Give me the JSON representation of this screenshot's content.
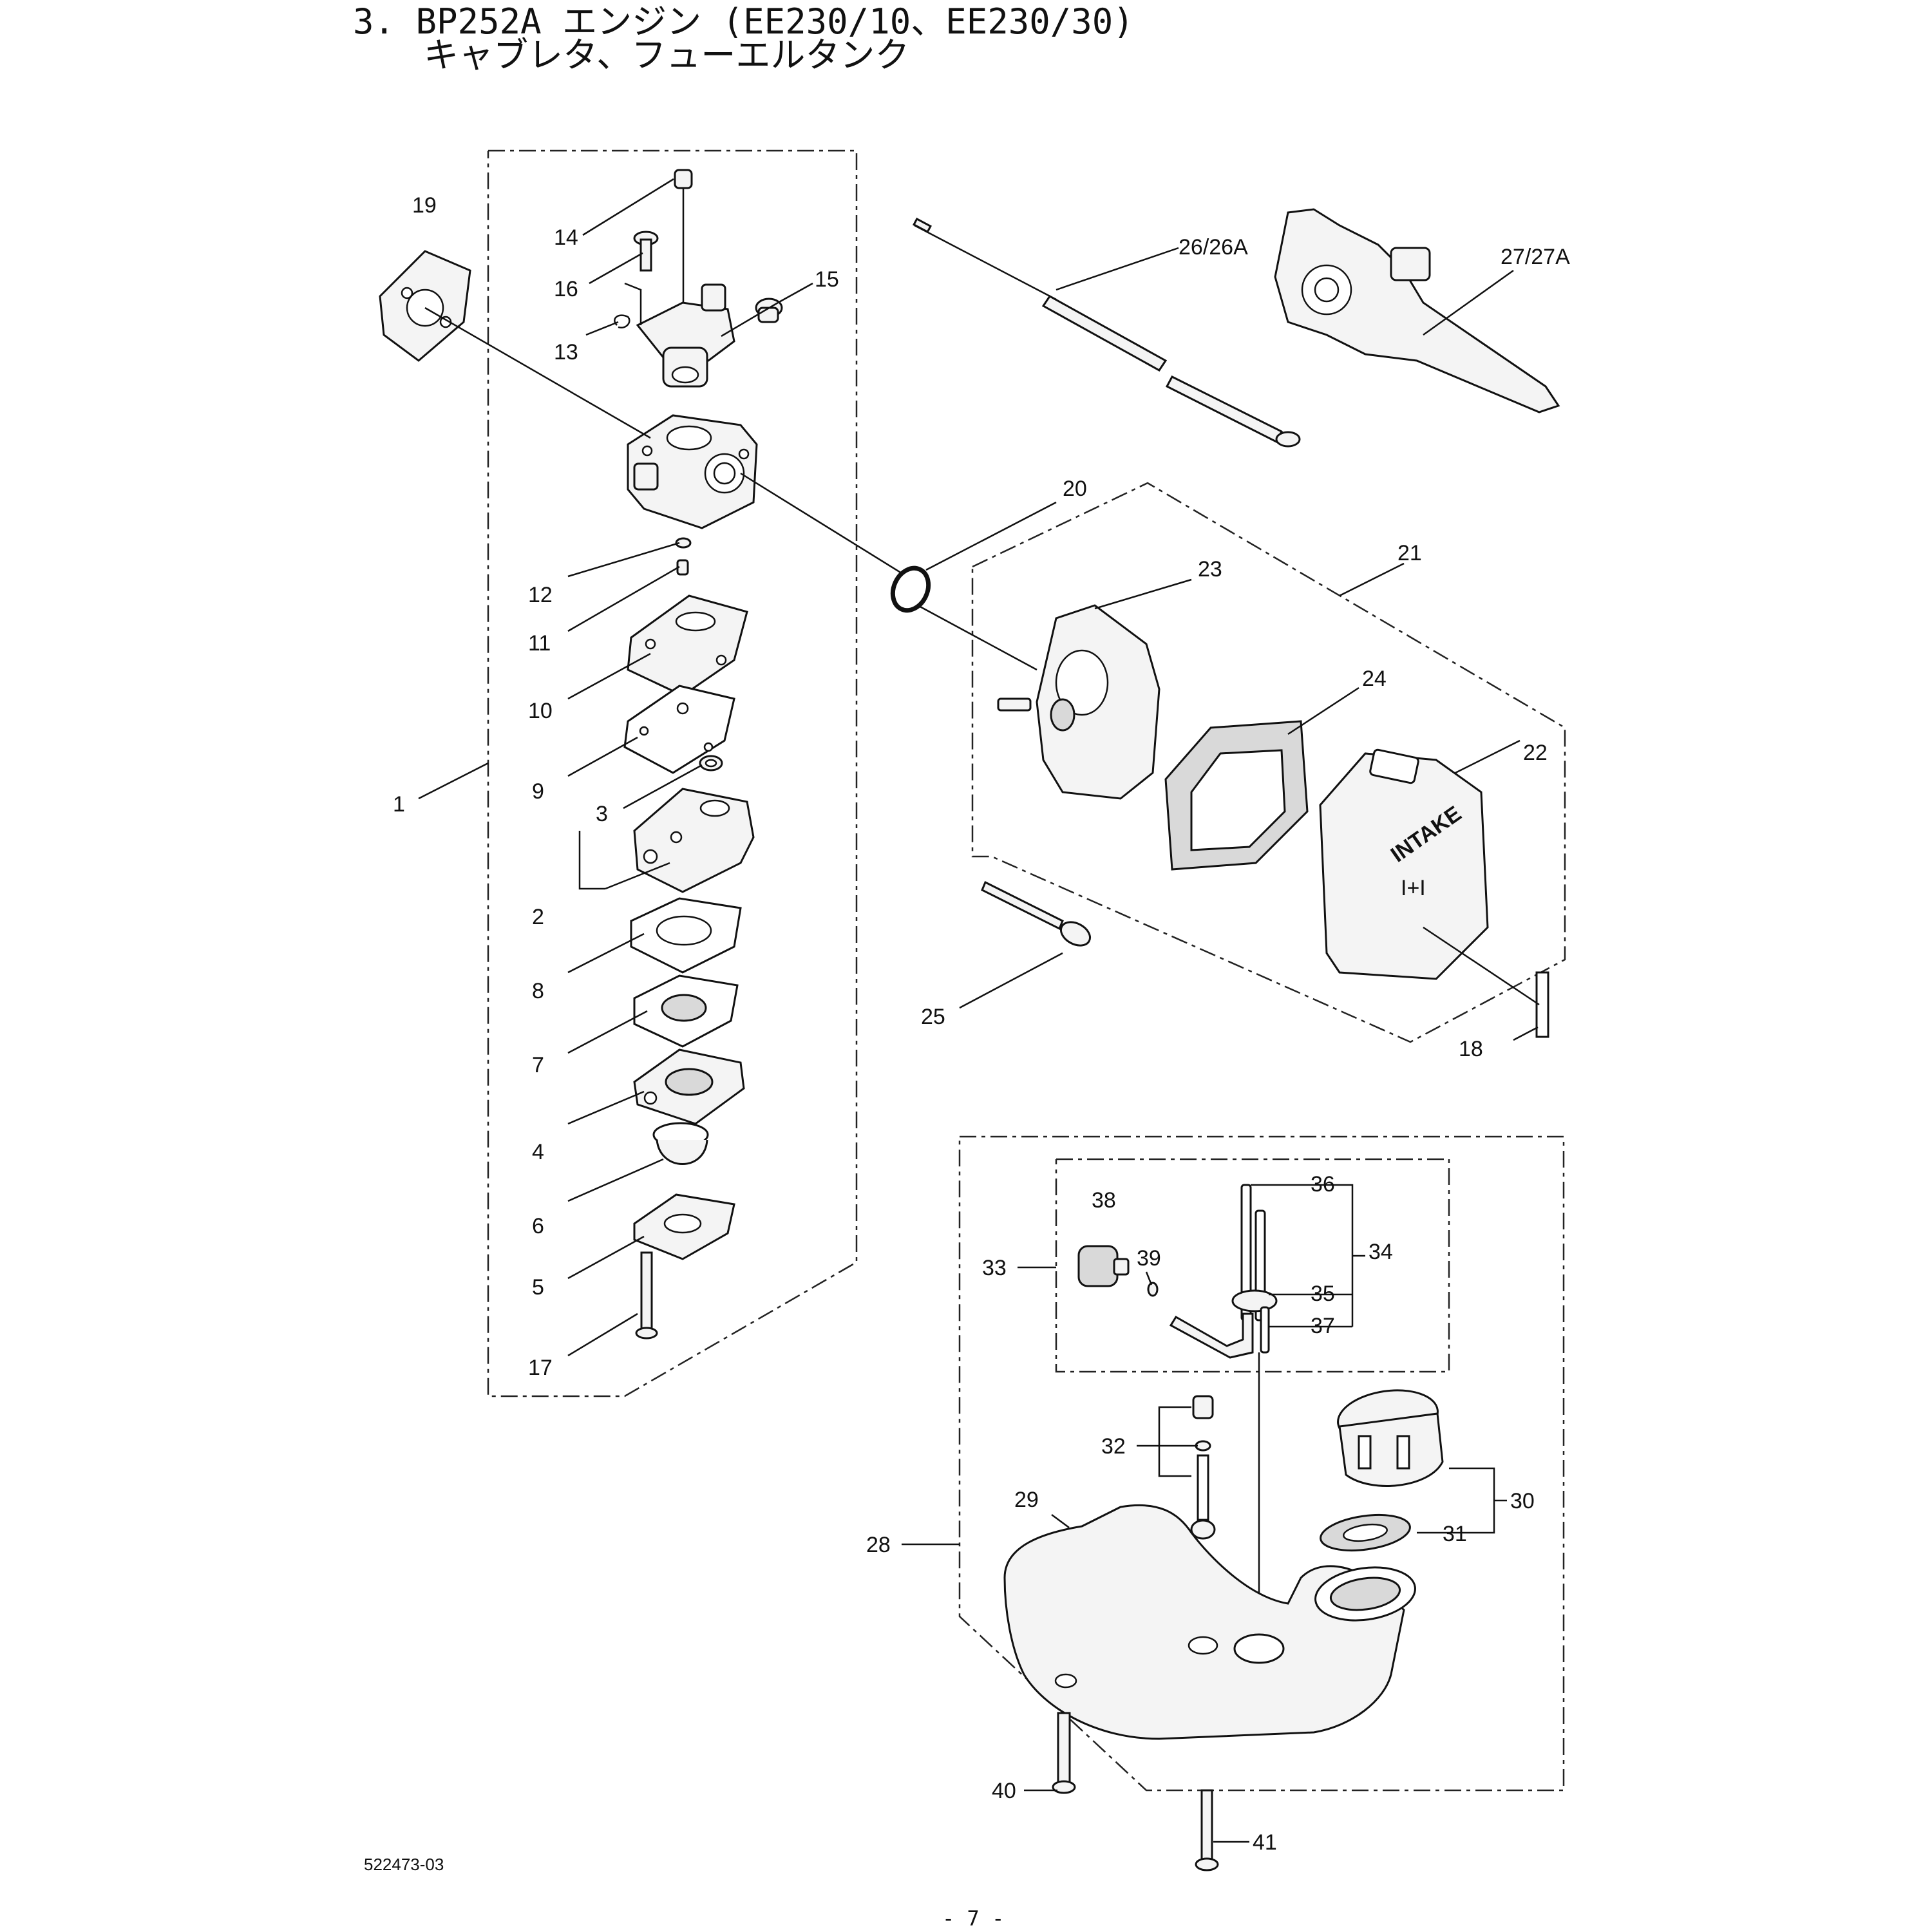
{
  "title": {
    "line1": "3. BP252A エンジン (EE230/10、EE230/30)",
    "line2": "キャブレタ、フューエルタンク"
  },
  "drawing_code": "522473-03",
  "page_number": "- 7 -",
  "intake_marking": "INTAKE",
  "part_labels": [
    "19",
    "14",
    "16",
    "15",
    "13",
    "12",
    "11",
    "10",
    "9",
    "3",
    "1",
    "2",
    "8",
    "7",
    "4",
    "6",
    "5",
    "17",
    "26/26A",
    "27/27A",
    "20",
    "23",
    "21",
    "24",
    "22",
    "25",
    "18",
    "38",
    "39",
    "36",
    "34",
    "33",
    "35",
    "37",
    "32",
    "30",
    "29",
    "28",
    "31",
    "40",
    "41"
  ]
}
